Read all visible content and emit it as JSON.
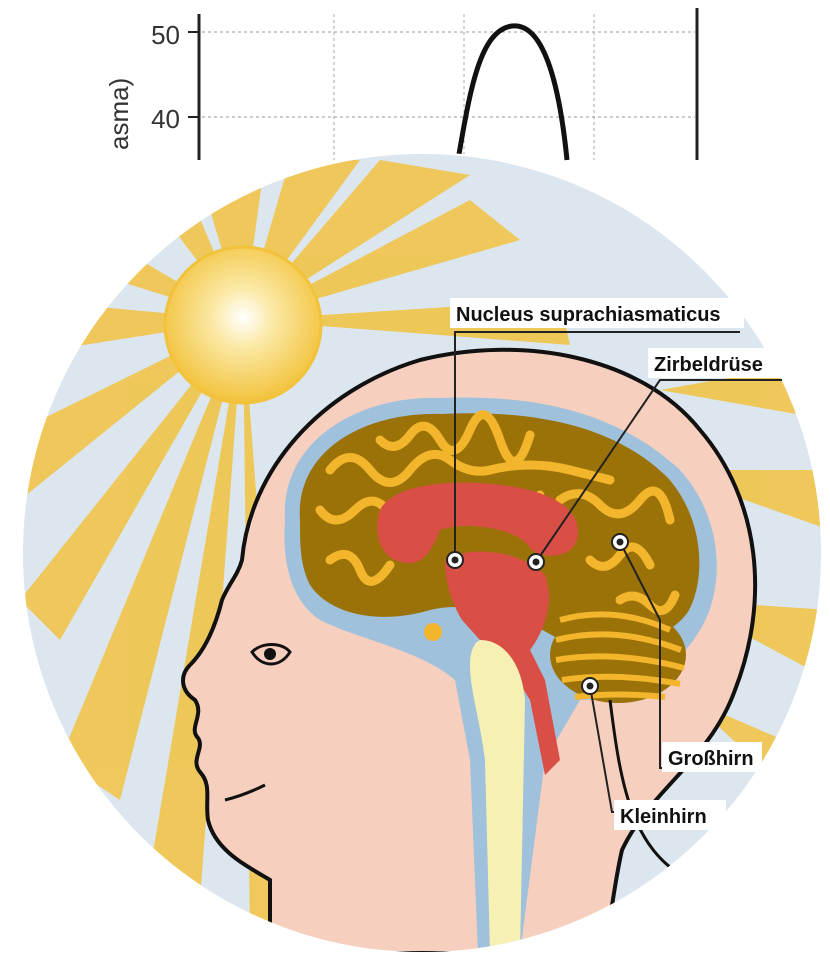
{
  "chart_fragment": {
    "ticks": [
      "50",
      "40"
    ],
    "ylabel_fragment": "asma)"
  },
  "labels": {
    "scn": "Nucleus suprachiasmaticus",
    "pineal": "Zirbeldrüse",
    "cerebrum": "Großhirn",
    "cerebellum": "Kleinhirn"
  },
  "colors": {
    "background_circle": "#dce6ee",
    "sun_ray": "#f0c652",
    "sun": "#f6d15a",
    "skin": "#f7cfbf",
    "brain_outline_blue": "#9fc1dc",
    "cerebrum": "#9a7207",
    "gyri": "#f2b52c",
    "structures_red": "#d94f45",
    "spinal_cord": "#f7f0b4",
    "leader_line": "#222222"
  }
}
